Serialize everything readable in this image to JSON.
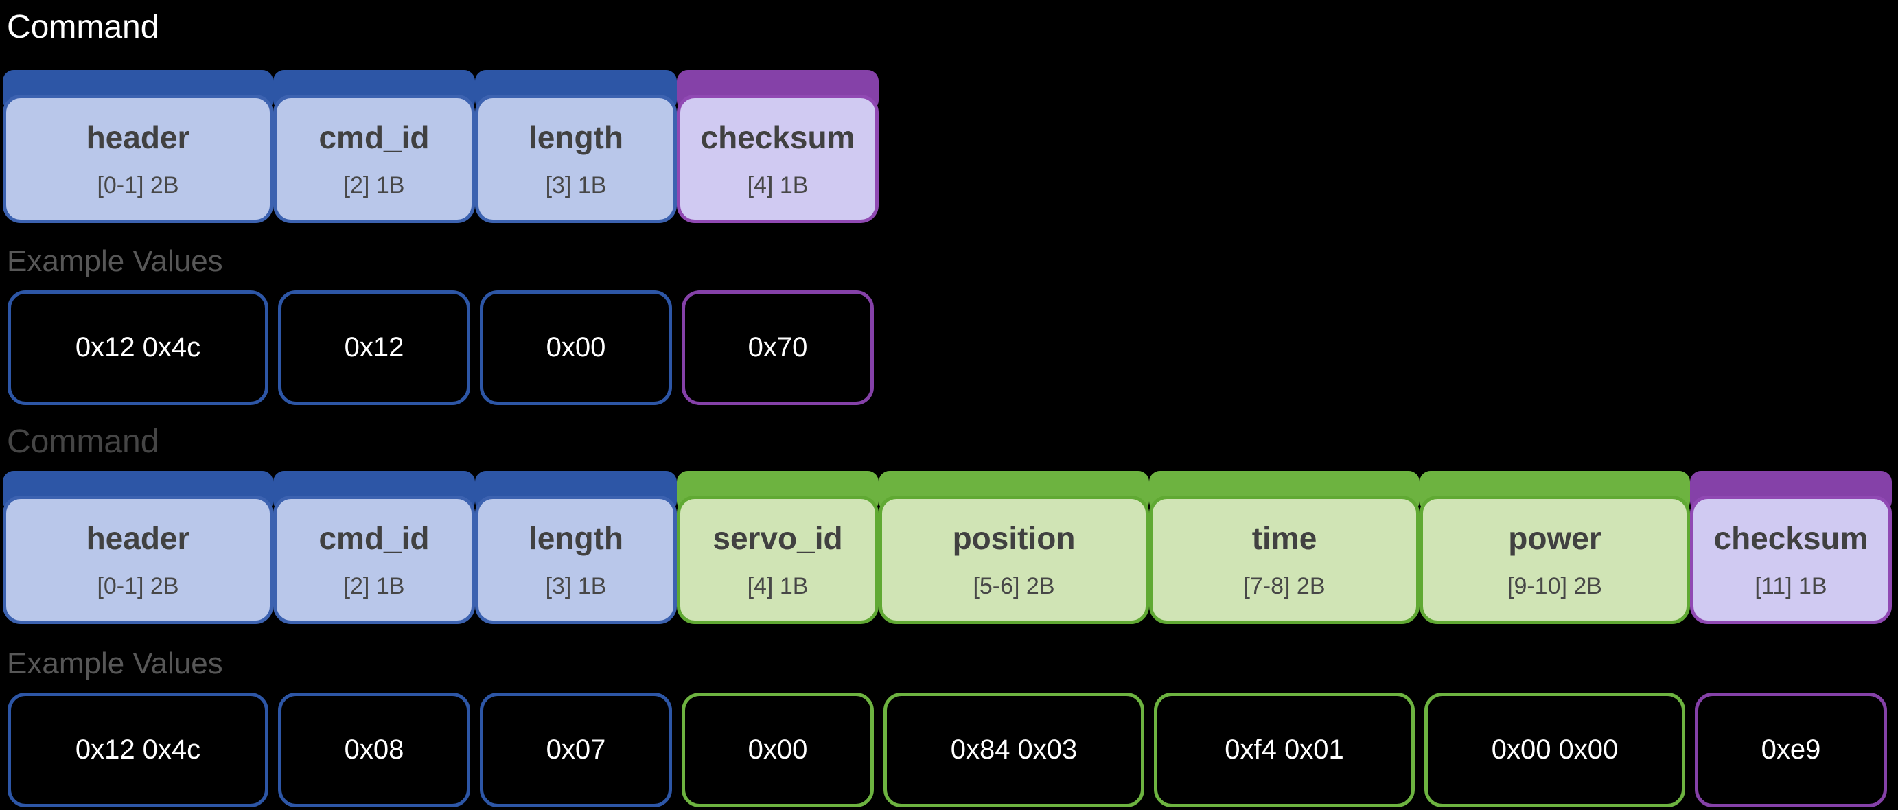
{
  "colors": {
    "background": "#000000",
    "blue": {
      "tab": "#2d56a6",
      "fill": "#b9c7ea",
      "border": "#3c62b0"
    },
    "green": {
      "tab": "#6db340",
      "fill": "#d0e4b5",
      "border": "#60a933"
    },
    "purple": {
      "tab": "#8541a8",
      "fill": "#d0caf2",
      "border": "#9049b3"
    },
    "label_gray": "#575757",
    "field_name_text": "#414141",
    "field_bytes_text": "#474747",
    "value_text": "#ffffff"
  },
  "sections": [
    {
      "title": "Command",
      "title_color": "#ffffff",
      "example_label": "Example Values",
      "fields": [
        {
          "name": "header",
          "bytes": "[0-1] 2B",
          "color": "blue",
          "size": 2,
          "value": "0x12 0x4c"
        },
        {
          "name": "cmd_id",
          "bytes": "[2] 1B",
          "color": "blue",
          "size": 1,
          "value": "0x12"
        },
        {
          "name": "length",
          "bytes": "[3] 1B",
          "color": "blue",
          "size": 1,
          "value": "0x00"
        },
        {
          "name": "checksum",
          "bytes": "[4] 1B",
          "color": "purple",
          "size": 1,
          "value": "0x70"
        }
      ]
    },
    {
      "title": "Command",
      "title_color": "#454545",
      "example_label": "Example Values",
      "fields": [
        {
          "name": "header",
          "bytes": "[0-1] 2B",
          "color": "blue",
          "size": 2,
          "value": "0x12 0x4c"
        },
        {
          "name": "cmd_id",
          "bytes": "[2] 1B",
          "color": "blue",
          "size": 1,
          "value": "0x08"
        },
        {
          "name": "length",
          "bytes": "[3] 1B",
          "color": "blue",
          "size": 1,
          "value": "0x07"
        },
        {
          "name": "servo_id",
          "bytes": "[4] 1B",
          "color": "green",
          "size": 1,
          "value": "0x00"
        },
        {
          "name": "position",
          "bytes": "[5-6] 2B",
          "color": "green",
          "size": 2,
          "value": "0x84 0x03"
        },
        {
          "name": "time",
          "bytes": "[7-8] 2B",
          "color": "green",
          "size": 2,
          "value": "0xf4 0x01"
        },
        {
          "name": "power",
          "bytes": "[9-10] 2B",
          "color": "green",
          "size": 2,
          "value": "0x00 0x00"
        },
        {
          "name": "checksum",
          "bytes": "[11] 1B",
          "color": "purple",
          "size": 1,
          "value": "0xe9"
        }
      ]
    }
  ]
}
